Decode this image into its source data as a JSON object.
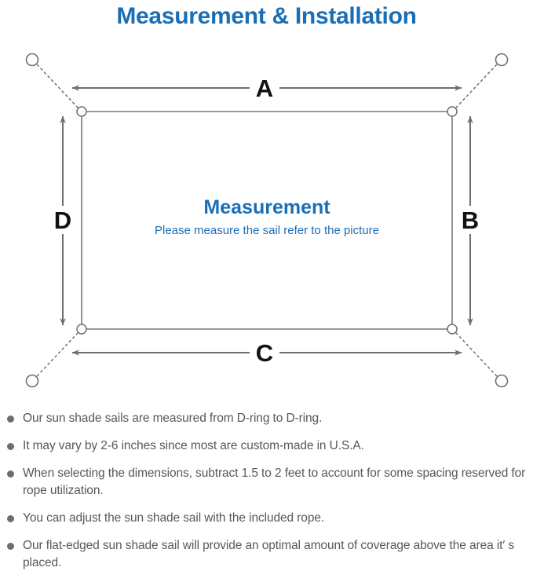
{
  "header": {
    "title": "Measurement & Installation",
    "title_color": "#1a6eb5"
  },
  "diagram": {
    "center_title": "Measurement",
    "center_subtitle": "Please measure the sail refer to the picture",
    "dimension_labels": {
      "top": "A",
      "right": "B",
      "bottom": "C",
      "left": "D"
    },
    "colors": {
      "sail_outline": "#7a7a7a",
      "dimension_line": "#6f6f6f",
      "anchor_ring": "#6f6f6f",
      "d_ring": "#6f6f6f",
      "label": "#111111",
      "text_blue": "#1a6eb5"
    },
    "icon_names": {
      "anchor": "anchor-ring-icon",
      "d_ring": "d-ring-icon",
      "rope": "rope-dotted-line-icon",
      "arrow": "double-headed-arrow-icon"
    }
  },
  "notes": {
    "items": [
      "Our sun shade sails are measured from D-ring to D-ring.",
      "It may vary by 2-6 inches since most are custom-made in U.S.A.",
      "When selecting the dimensions, subtract 1.5 to 2 feet to account for some spacing reserved for rope utilization.",
      "You can adjust the sun shade sail with the included rope.",
      "Our flat-edged sun shade sail will provide an optimal amount of coverage above the area it′ s placed."
    ],
    "bullet_color": "#6d6d6d",
    "text_color": "#585858"
  }
}
